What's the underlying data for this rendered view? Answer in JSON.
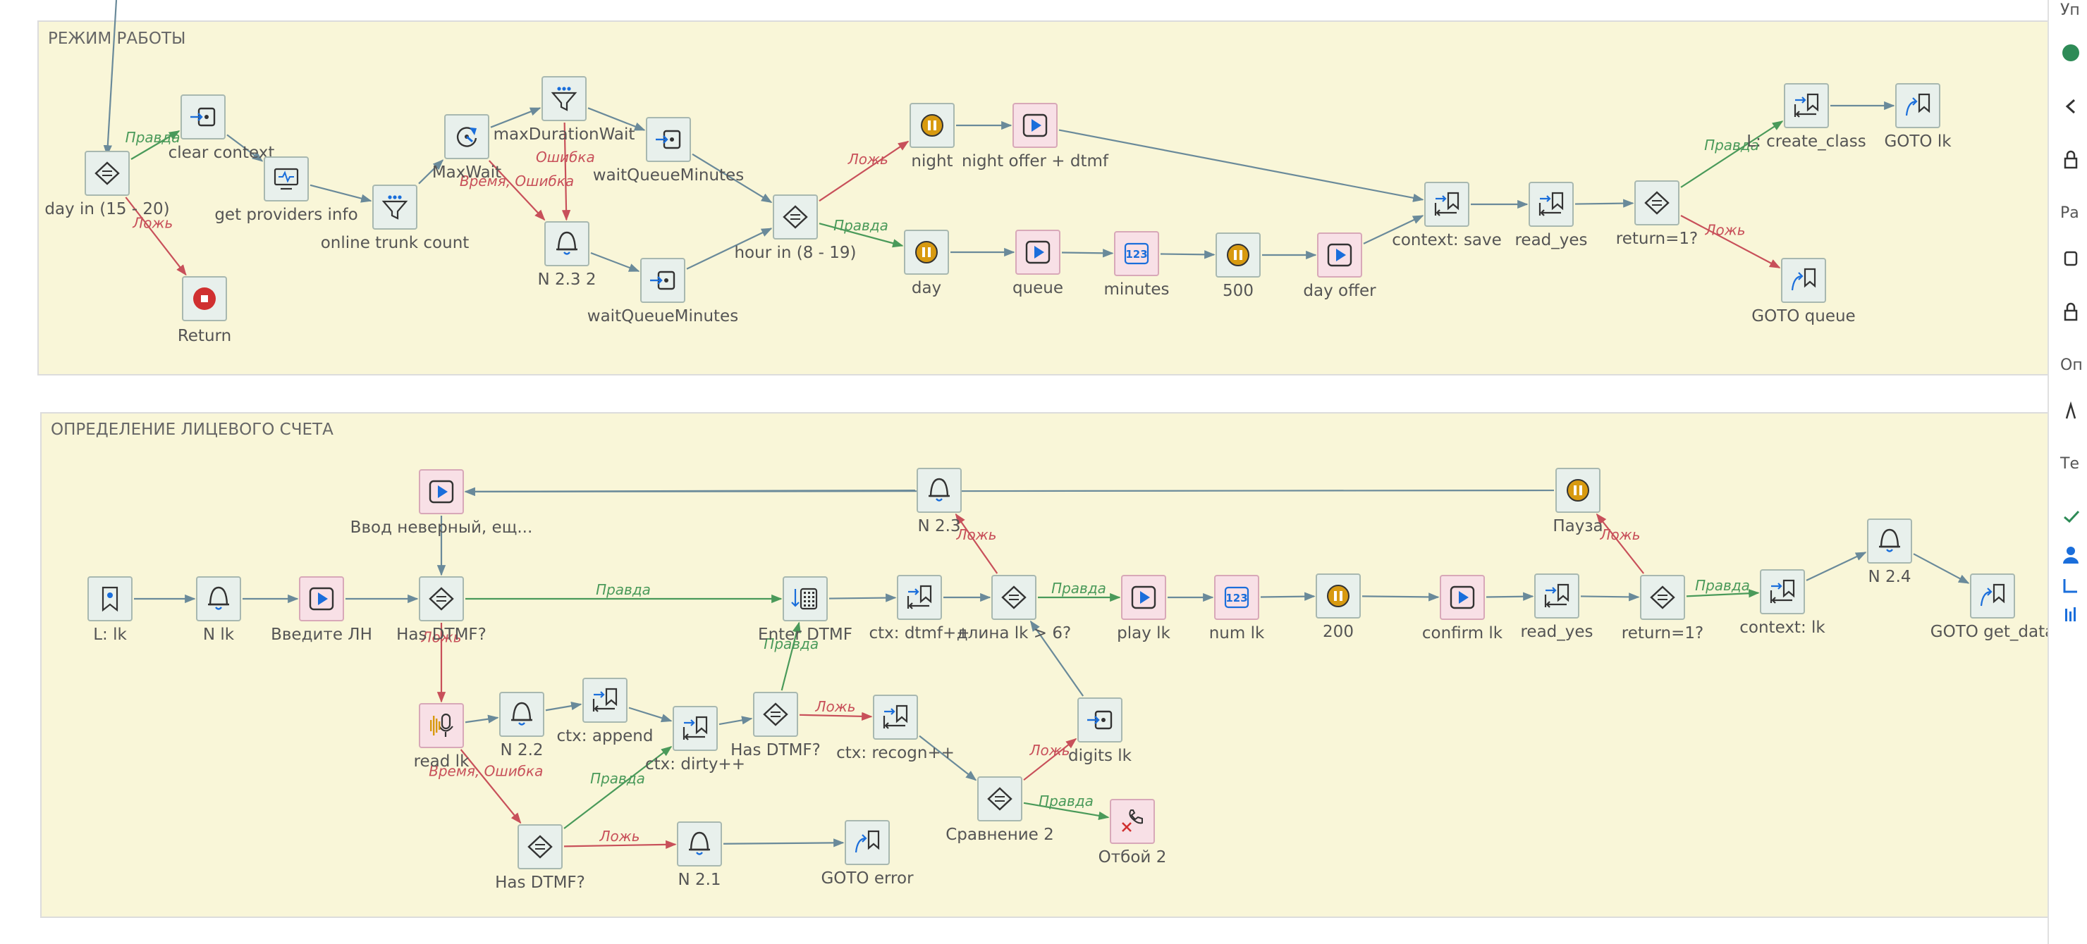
{
  "colors": {
    "true_edge": "#4a9a5a",
    "false_edge": "#c8505a",
    "default_edge": "#6a8a9a",
    "node_fill": "#e8f0ec",
    "node_stroke": "#a8b8b0",
    "play_fill": "#f8e0e6",
    "play_stroke": "#d8a8b8",
    "accent_blue": "#1a6edb",
    "pause_orange": "#d89a10",
    "stop_red": "#d03030"
  },
  "groups": {
    "work_mode": "РЕЖИМ РАБОТЫ",
    "account": "ОПРЕДЕЛЕНИЕ ЛИЦЕВОГО СЧЕТА"
  },
  "labels": {
    "true": "Правда",
    "false": "Ложь",
    "error": "Ошибка",
    "timeout_error": "Время, Ошибка"
  },
  "nodes": {
    "day_in": "day in (15 - 20)",
    "clear_context": "clear context",
    "return": "Return",
    "get_providers_info": "get providers info",
    "online_trunk_count": "online trunk count",
    "max_wait": "MaxWait",
    "max_duration_wait": "maxDurationWait",
    "n_2_3_2": "N 2.3 2",
    "wait_queue_minutes_1": "waitQueueMinutes",
    "wait_queue_minutes_2": "waitQueueMinutes",
    "hour_in": "hour in (8 - 19)",
    "night": "night",
    "night_offer": "night offer + dtmf",
    "day": "day",
    "queue": "queue",
    "minutes": "minutes",
    "p500": "500",
    "day_offer": "day offer",
    "context_save": "context: save",
    "read_yes_1": "read_yes",
    "return_1_a": "return=1?",
    "l_create_class": "L: create_class",
    "goto_lk": "GOTO lk",
    "goto_queue": "GOTO queue",
    "l_lk": "L: lk",
    "n_lk": "N lk",
    "enter_ln": "Введите ЛН",
    "has_dtmf_1": "Has DTMF?",
    "wrong_input": "Ввод неверный, ещ...",
    "n_2_3": "N 2.3",
    "pause": "Пауза",
    "enter_dtmf": "Enter DTMF",
    "ctx_dtmf": "ctx: dtmf++",
    "len_lk": "длина lk > 6?",
    "play_lk": "play lk",
    "num_lk": "num lk",
    "p200": "200",
    "confirm_lk": "confirm lk",
    "read_yes_2": "read_yes",
    "return_1_b": "return=1?",
    "context_lk": "context: lk",
    "n_2_4": "N 2.4",
    "goto_get_data": "GOTO get_data",
    "read_lk": "read lk",
    "n_2_2": "N 2.2",
    "ctx_append": "ctx: append",
    "ctx_dirty": "ctx: dirty++",
    "has_dtmf_2": "Has DTMF?",
    "ctx_recogn": "ctx: recogn++",
    "digits_lk": "digits lk",
    "compare_2": "Сравнение 2",
    "hangup_2": "Отбой 2",
    "has_dtmf_3": "Has DTMF?",
    "n_2_1": "N 2.1",
    "goto_error": "GOTO error"
  },
  "sidebar": {
    "items": [
      "Уп",
      "Ра",
      "Оп",
      "Те"
    ]
  }
}
